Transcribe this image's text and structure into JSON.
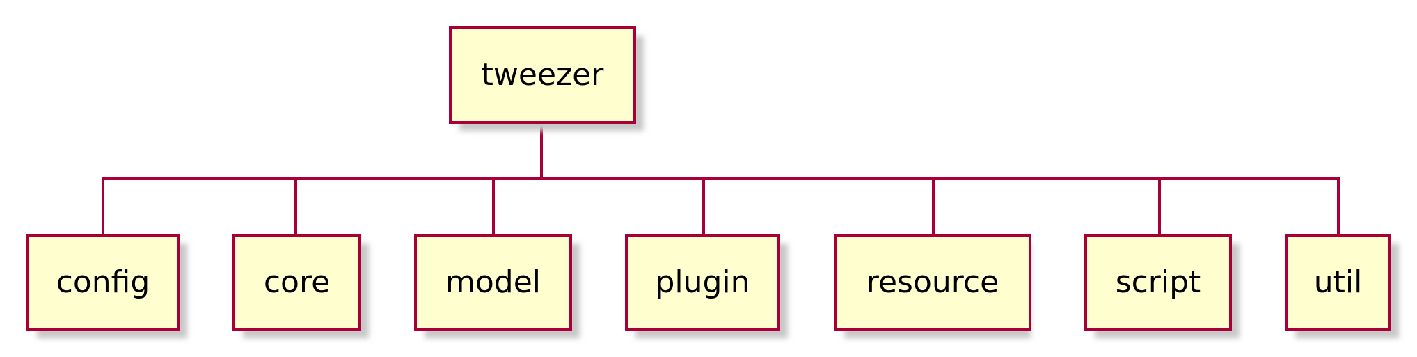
{
  "diagram": {
    "root": {
      "label": "tweezer"
    },
    "children": [
      {
        "label": "config"
      },
      {
        "label": "core"
      },
      {
        "label": "model"
      },
      {
        "label": "plugin"
      },
      {
        "label": "resource"
      },
      {
        "label": "script"
      },
      {
        "label": "util"
      }
    ]
  },
  "colors": {
    "node_fill": "#FEFECE",
    "node_border": "#A80036",
    "connector": "#A80036",
    "shadow": "#C8C8C8",
    "text": "#000000"
  }
}
